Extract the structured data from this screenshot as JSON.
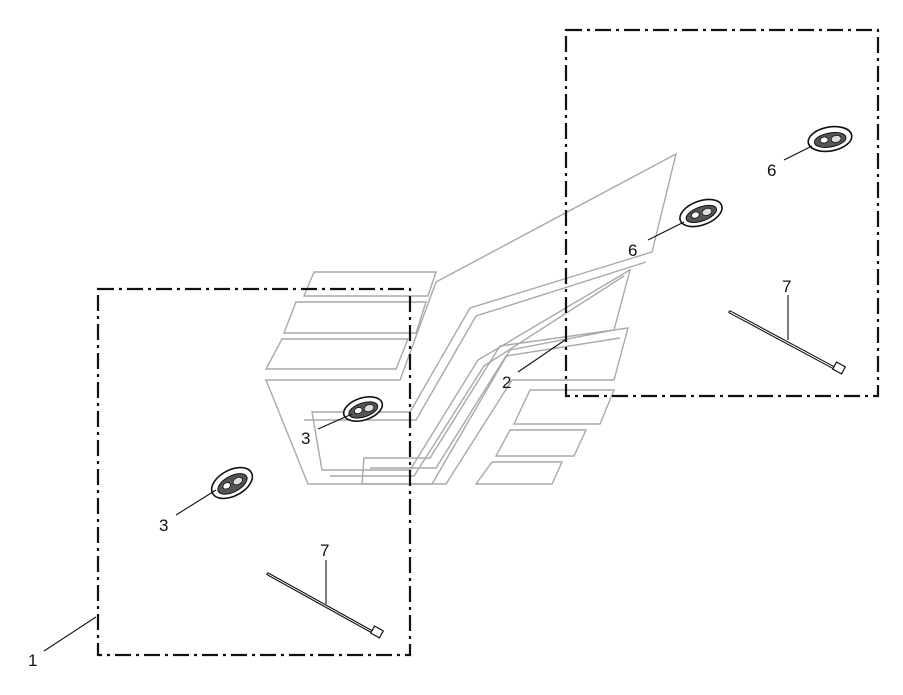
{
  "callouts": {
    "c1": "1",
    "c2": "2",
    "c3a": "3",
    "c3b": "3",
    "c6a": "6",
    "c6b": "6",
    "c7a": "7",
    "c7b": "7"
  },
  "colors": {
    "outline": "#111111",
    "panel": "#a9a9a9",
    "background": "#ffffff"
  }
}
